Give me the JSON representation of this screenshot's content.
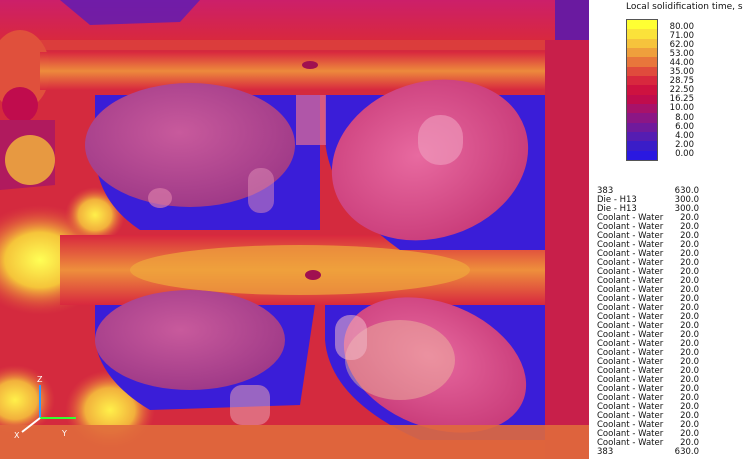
{
  "legend": {
    "title": "Local solidification time, s",
    "entries": [
      {
        "value": "80.00",
        "color": "#ffff33"
      },
      {
        "value": "71.00",
        "color": "#fbe23a"
      },
      {
        "value": "62.00",
        "color": "#f6c33c"
      },
      {
        "value": "53.00",
        "color": "#ef9f3c"
      },
      {
        "value": "44.00",
        "color": "#e8763b"
      },
      {
        "value": "35.00",
        "color": "#e04b3c"
      },
      {
        "value": "28.75",
        "color": "#d8283e"
      },
      {
        "value": "22.50",
        "color": "#ce1240"
      },
      {
        "value": "16.25",
        "color": "#c00c4d"
      },
      {
        "value": "10.00",
        "color": "#a8126a"
      },
      {
        "value": "8.00",
        "color": "#8c1685"
      },
      {
        "value": "6.00",
        "color": "#701a9c"
      },
      {
        "value": "4.00",
        "color": "#551db2"
      },
      {
        "value": "2.00",
        "color": "#3a1dc8"
      },
      {
        "value": "0.00",
        "color": "#2a18e0"
      }
    ]
  },
  "materials": [
    {
      "name": "383",
      "value": "630.0"
    },
    {
      "name": "Die - H13",
      "value": "300.0"
    },
    {
      "name": "Die - H13",
      "value": "300.0"
    },
    {
      "name": "Coolant - Water",
      "value": "20.0"
    },
    {
      "name": "Coolant - Water",
      "value": "20.0"
    },
    {
      "name": "Coolant - Water",
      "value": "20.0"
    },
    {
      "name": "Coolant - Water",
      "value": "20.0"
    },
    {
      "name": "Coolant - Water",
      "value": "20.0"
    },
    {
      "name": "Coolant - Water",
      "value": "20.0"
    },
    {
      "name": "Coolant - Water",
      "value": "20.0"
    },
    {
      "name": "Coolant - Water",
      "value": "20.0"
    },
    {
      "name": "Coolant - Water",
      "value": "20.0"
    },
    {
      "name": "Coolant - Water",
      "value": "20.0"
    },
    {
      "name": "Coolant - Water",
      "value": "20.0"
    },
    {
      "name": "Coolant - Water",
      "value": "20.0"
    },
    {
      "name": "Coolant - Water",
      "value": "20.0"
    },
    {
      "name": "Coolant - Water",
      "value": "20.0"
    },
    {
      "name": "Coolant - Water",
      "value": "20.0"
    },
    {
      "name": "Coolant - Water",
      "value": "20.0"
    },
    {
      "name": "Coolant - Water",
      "value": "20.0"
    },
    {
      "name": "Coolant - Water",
      "value": "20.0"
    },
    {
      "name": "Coolant - Water",
      "value": "20.0"
    },
    {
      "name": "Coolant - Water",
      "value": "20.0"
    },
    {
      "name": "Coolant - Water",
      "value": "20.0"
    },
    {
      "name": "Coolant - Water",
      "value": "20.0"
    },
    {
      "name": "Coolant - Water",
      "value": "20.0"
    },
    {
      "name": "Coolant - Water",
      "value": "20.0"
    },
    {
      "name": "Coolant - Water",
      "value": "20.0"
    },
    {
      "name": "Coolant - Water",
      "value": "20.0"
    },
    {
      "name": "383",
      "value": "630.0"
    }
  ],
  "axes": {
    "x_label": "X",
    "y_label": "Y",
    "z_label": "Z",
    "x_color": "#ffffff",
    "y_color": "#33ff33",
    "z_color": "#3399ff"
  }
}
